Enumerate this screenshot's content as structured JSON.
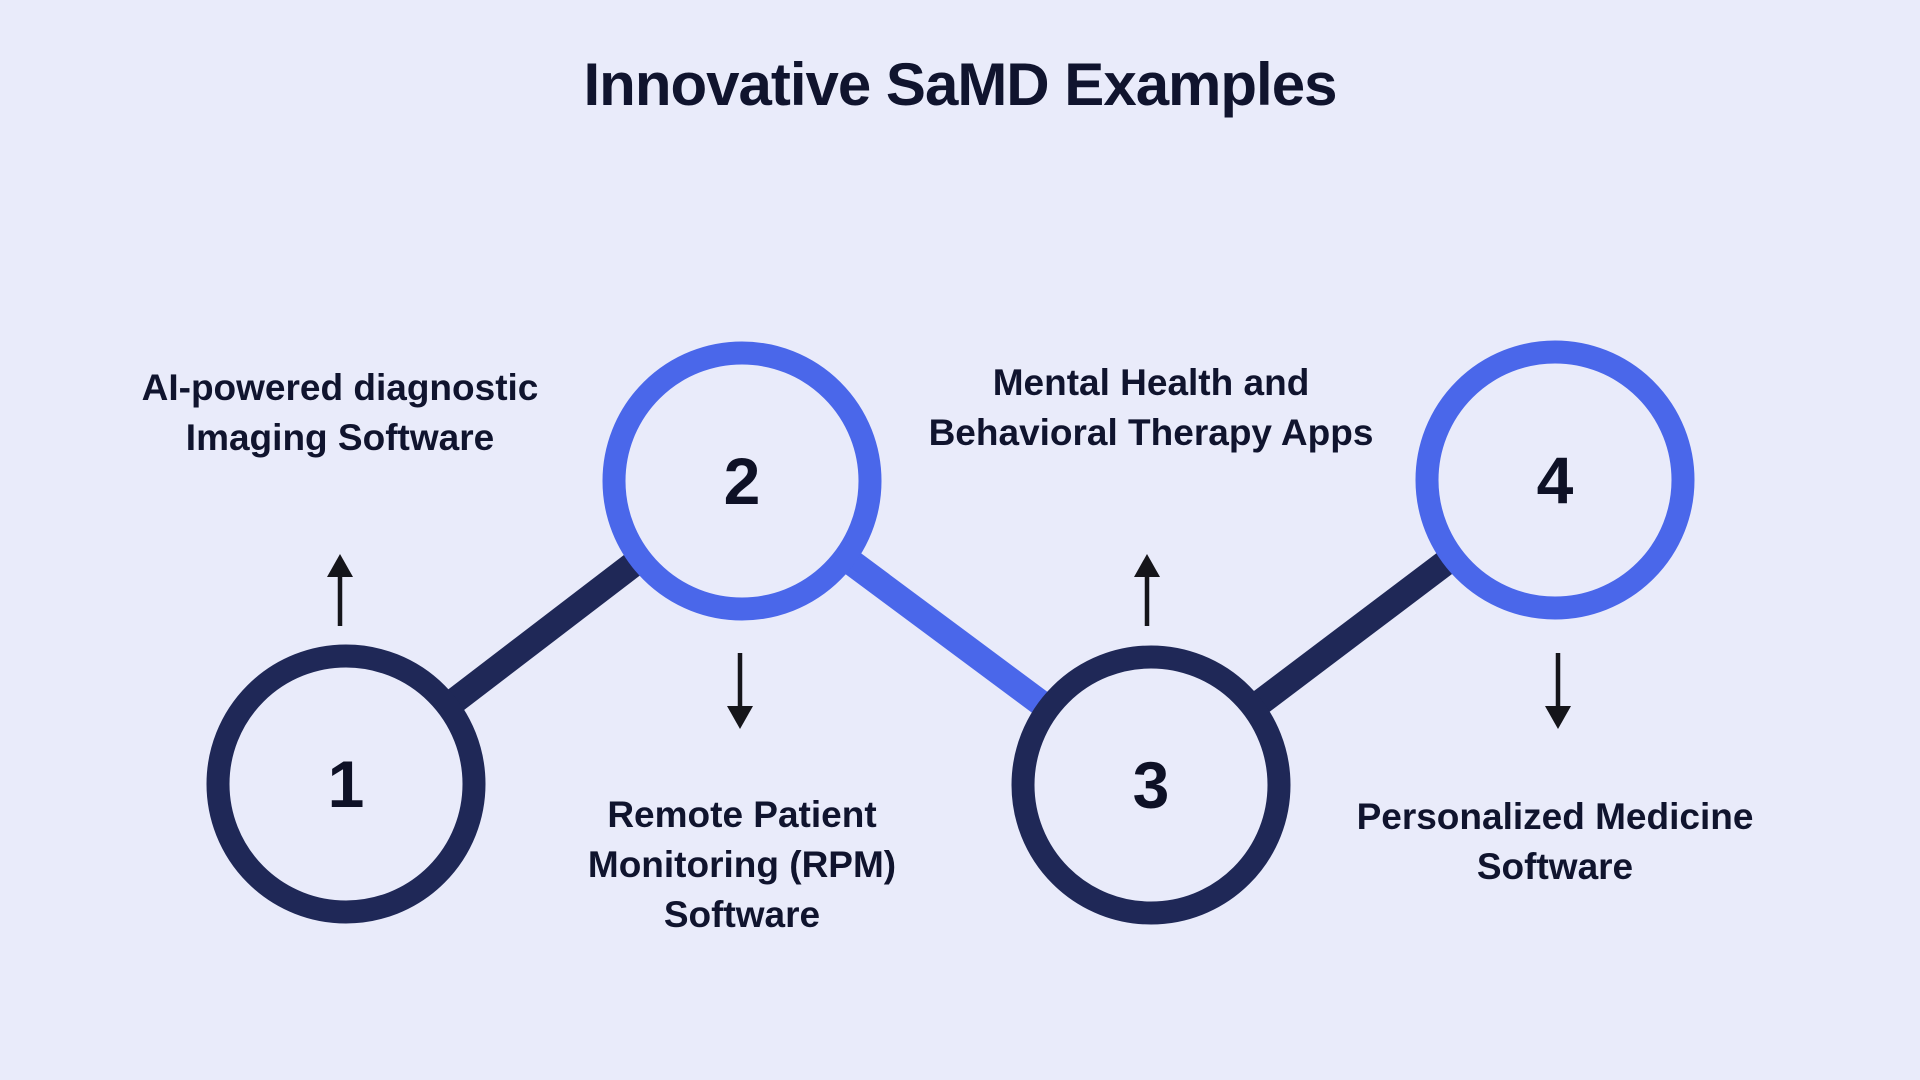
{
  "title": "Innovative SaMD Examples",
  "colors": {
    "background": "#e9ebfa",
    "navy": "#1f2857",
    "blue": "#4a67ea",
    "text": "#10142e",
    "number": "#0e1126",
    "arrow": "#15151a"
  },
  "steps": [
    {
      "number": "1",
      "label": "AI-powered diagnostic\nImaging Software",
      "label_position": "top",
      "circle_color": "navy"
    },
    {
      "number": "2",
      "label": "Remote Patient\nMonitoring (RPM)\nSoftware",
      "label_position": "bottom",
      "circle_color": "blue"
    },
    {
      "number": "3",
      "label": "Mental Health and\nBehavioral Therapy Apps",
      "label_position": "top",
      "circle_color": "navy"
    },
    {
      "number": "4",
      "label": "Personalized Medicine\nSoftware",
      "label_position": "bottom",
      "circle_color": "blue"
    }
  ]
}
